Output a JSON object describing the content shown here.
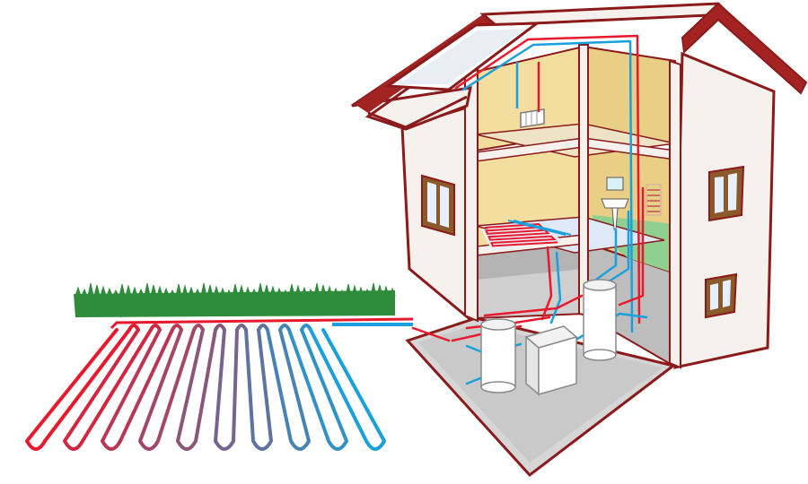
{
  "diagram": {
    "subject": "geothermal-heat-pump-system",
    "text_labels": []
  },
  "colors": {
    "hot_pipe": "#e8192c",
    "cold_pipe": "#1aa0dc",
    "wall_outline": "#8b1a1a",
    "roof": "#a32222",
    "interior_wall": "#f3dea0",
    "interior_wall_shade": "#e9cf86",
    "floor": "#d9d9d9",
    "grass": "#2e8b3e",
    "bathroom_wall": "#8fcf8f",
    "window_frame": "#8b5a2b",
    "glass": "#e8f0ff"
  },
  "components": [
    {
      "name": "solar-collector"
    },
    {
      "name": "wall-radiator"
    },
    {
      "name": "underfloor-heating"
    },
    {
      "name": "bathroom-sink"
    },
    {
      "name": "towel-radiator"
    },
    {
      "name": "buffer-tank"
    },
    {
      "name": "heat-pump-unit"
    },
    {
      "name": "hot-water-tank"
    },
    {
      "name": "ground-loop"
    }
  ],
  "ground_loop": {
    "loops": 10
  }
}
